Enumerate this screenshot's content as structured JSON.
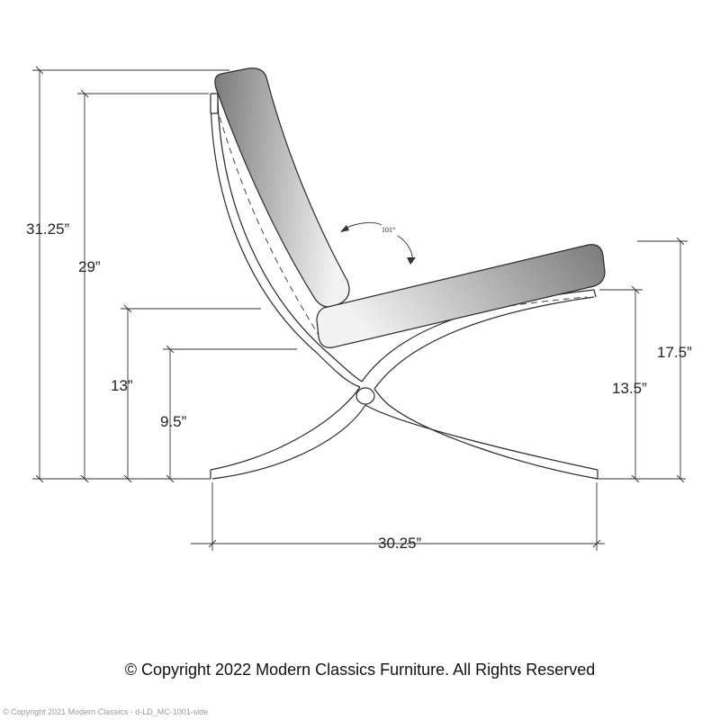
{
  "diagram": {
    "angle_label": "101°",
    "dimensions": {
      "overall_height": "31.25”",
      "back_height": "29”",
      "seat_front_height": "13”",
      "seat_rear_height": "9.5”",
      "seat_height_right": "13.5”",
      "seat_top_height": "17.5”",
      "overall_depth": "30.25”"
    },
    "colors": {
      "cushion_dark": "#7d7d7d",
      "cushion_light": "#f2f2f2",
      "line": "#2a2a2a"
    }
  },
  "footer": {
    "copyright": "© Copyright 2022 Modern Classics Furniture. All Rights Reserved",
    "watermark": "© Copyright 2021 Modern Classics - d-LD_MC-1001-side"
  }
}
